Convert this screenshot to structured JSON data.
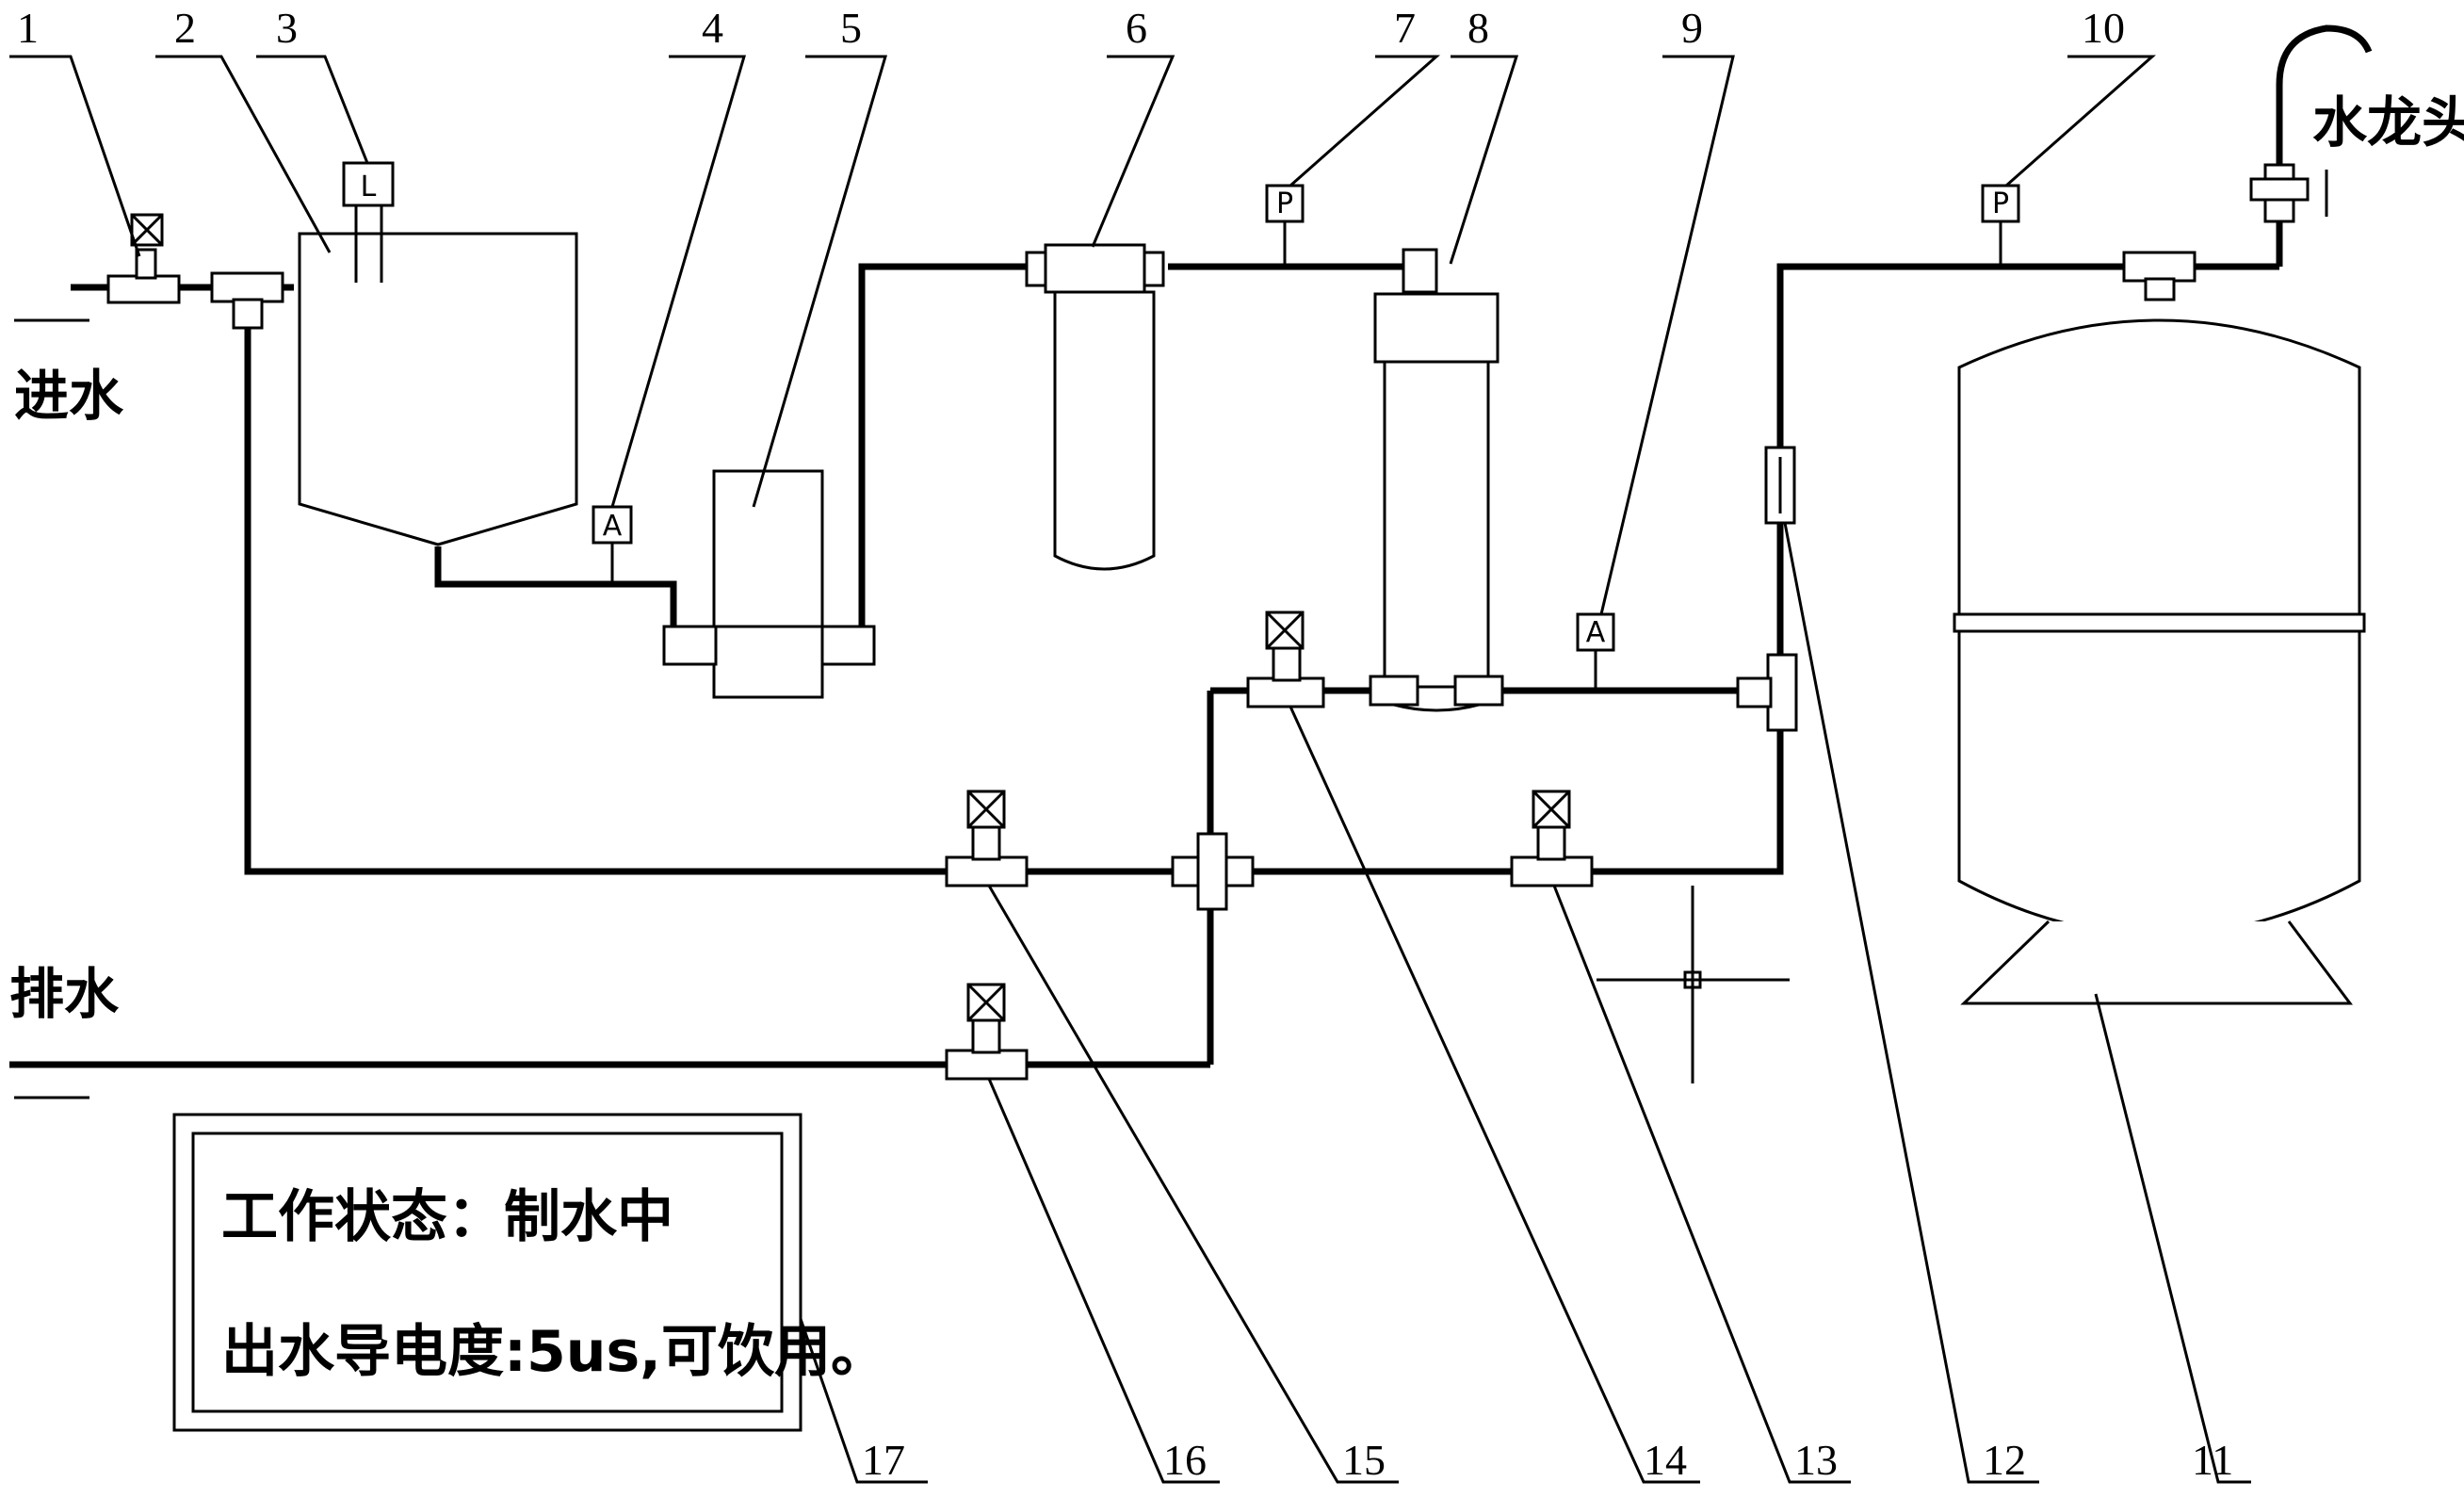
{
  "callouts": [
    "1",
    "2",
    "3",
    "4",
    "5",
    "6",
    "7",
    "8",
    "9",
    "10",
    "11",
    "12",
    "13",
    "14",
    "15",
    "16",
    "17"
  ],
  "labels": {
    "water_inlet": "进水",
    "drain": "排水",
    "faucet": "水龙头"
  },
  "gauges": {
    "level": "L",
    "pressure": "P",
    "ammeter": "A"
  },
  "display": {
    "line1": "工作状态：制水中",
    "line2": "出水导电度:5us,可饮用。"
  }
}
